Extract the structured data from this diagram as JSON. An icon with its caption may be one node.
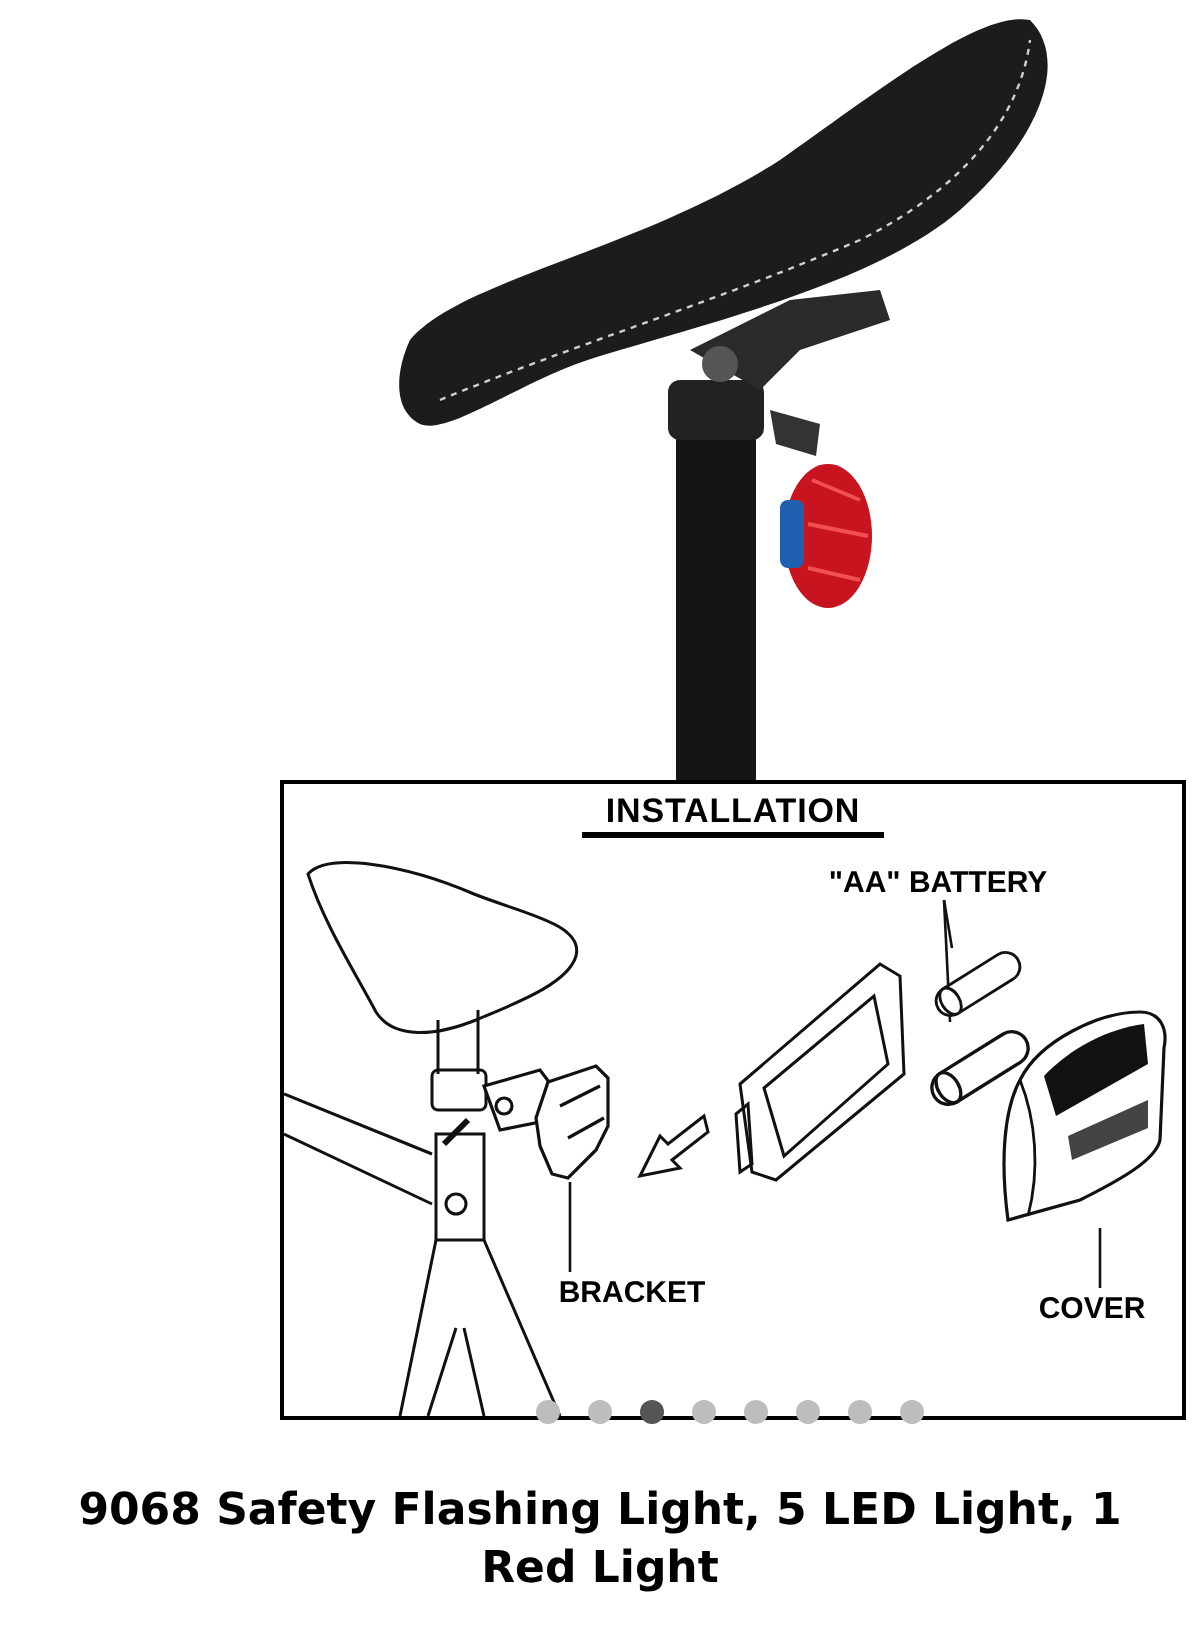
{
  "diagram": {
    "title": "INSTALLATION",
    "caption": "9068 Safety Flashing Light, 5 LED Light, 1 Red Light",
    "nodes": [
      {
        "text": [
          "\"AA\" BATTERY"
        ]
      },
      {
        "text": [],
        "shape": "picture"
      },
      {
        "text": [],
        "shape": "picture"
      },
      {
        "text": [
          "BRACKET"
        ]
      },
      {
        "text": [],
        "shape": "picture"
      },
      {
        "text": [
          "COVER"
        ]
      },
      {
        "text": [],
        "shape": "picture"
      }
    ],
    "edges": [
      {
        "from": 0,
        "to": 1,
        "arrow": "none"
      },
      {
        "from": 0,
        "to": 2,
        "arrow": "none"
      },
      {
        "from": 3,
        "to": 4,
        "arrow": "none"
      },
      {
        "from": 5,
        "to": 6,
        "arrow": "none"
      }
    ]
  }
}
